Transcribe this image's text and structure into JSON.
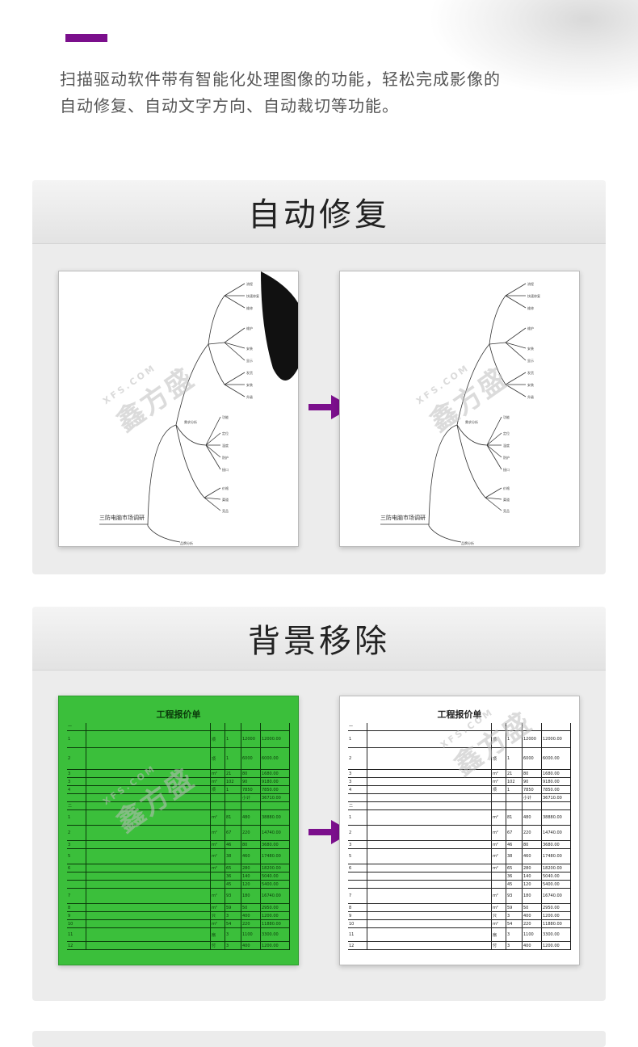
{
  "headline": "",
  "intro": {
    "text": "扫描驱动软件带有智能化处理图像的功能，轻松完成影像的自动修复、自动文字方向、自动裁切等功能。"
  },
  "sections": [
    {
      "title": "自动修复",
      "left_caption": "三防电脑市场调研",
      "right_caption": "三防电脑市场调研"
    },
    {
      "title": "背景移除",
      "doc_title": "工程报价单"
    }
  ],
  "watermark": {
    "brand": "鑫方盛",
    "domain": "XFS.COM"
  },
  "colors": {
    "accent": "#7b0f8c",
    "panel": "#ececec",
    "green_scan": "#3bbf3b"
  }
}
